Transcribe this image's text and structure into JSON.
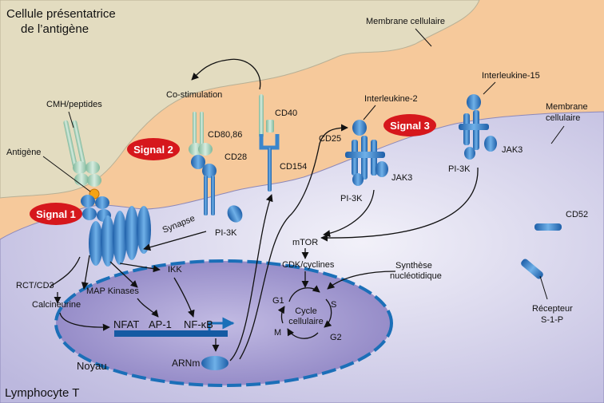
{
  "colors": {
    "apc": "#e3dcc0",
    "interstitial": "#f6c99b",
    "t_cell": "#c9c6e2",
    "nucleus": "#a89fd1",
    "nucleus_border": "#1b6fb8",
    "signal_badge": "#d6171c",
    "receptor_blue": "#3a86cc",
    "receptor_green": "#a9d1b9",
    "dna_bar": "#155aa3"
  },
  "regions": {
    "apc_title_line1": "Cellule présentatrice",
    "apc_title_line2": "de l’antigène",
    "tcell_title": "Lymphocyte T",
    "nucleus_label": "Noyau"
  },
  "membranes": {
    "top": "Membrane cellulaire",
    "right_line1": "Membrane",
    "right_line2": "cellulaire"
  },
  "signals": {
    "signal1": "Signal 1",
    "signal2": "Signal 2",
    "signal3": "Signal 3"
  },
  "molecules": {
    "cmh": "CMH/peptides",
    "antigene": "Antigène",
    "costim": "Co-stimulation",
    "cd80": "CD80,86",
    "cd28": "CD28",
    "cd40": "CD40",
    "cd154": "CD154",
    "il2": "Interleukine-2",
    "il15": "Interleukine-15",
    "cd25": "CD25",
    "jak3_a": "JAK3",
    "jak3_b": "JAK3",
    "pi3k_a": "PI-3K",
    "pi3k_b": "PI-3K",
    "pi3k_c": "PI-3K",
    "cd52": "CD52",
    "s1p_line1": "Récepteur",
    "s1p_line2": "S-1-P"
  },
  "pathways": {
    "synapse": "Synapse",
    "ikk": "IKK",
    "rct": "RCT/CD3",
    "map_kinases": "MAP Kinases",
    "calcineurine": "Calcineurine",
    "nfat": "NFAT",
    "ap1": "AP-1",
    "nfkb": "NF-κB",
    "arnm": "ARNm",
    "mtor": "mTOR",
    "cdk": "CDK/cyclines",
    "synthese_line1": "Synthèse",
    "synthese_line2": "nucléotidique"
  },
  "cycle": {
    "title_line1": "Cycle",
    "title_line2": "cellulaire",
    "g1": "G1",
    "s": "S",
    "g2": "G2",
    "m": "M"
  }
}
